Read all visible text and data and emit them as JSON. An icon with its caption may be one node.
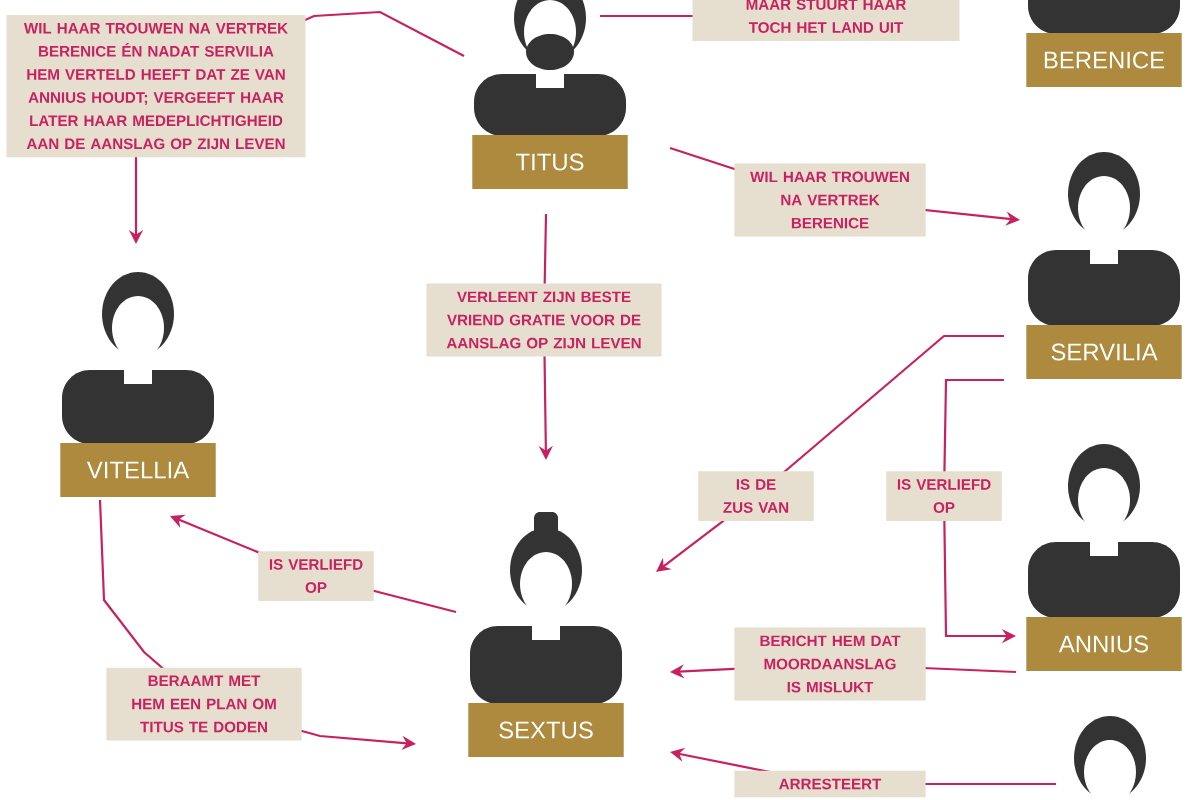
{
  "diagram": {
    "nodes": [
      {
        "text": [
          "TITUS"
        ]
      },
      {
        "text": [
          "BERENICE"
        ]
      },
      {
        "text": [
          "SERVILIA"
        ]
      },
      {
        "text": [
          "VITELLIA"
        ]
      },
      {
        "text": [
          "SEXTUS"
        ]
      },
      {
        "text": [
          "ANNIUS"
        ]
      },
      {
        "text": [],
        "shape": "person"
      }
    ],
    "edges": [
      {
        "from": 0,
        "to": 3,
        "arrow": "to",
        "label": "WIL HAAR TROUWEN NA VERTREK BERENICE ÉN NADAT SERVILIA HEM VERTELD HEEFT DAT ZE VAN ANNIUS HOUDT; VERGEEFT HAAR LATER HAAR MEDEPLICHTIGHEID AAN DE AANSLAG OP ZIJN LEVEN"
      },
      {
        "from": 0,
        "to": 1,
        "arrow": "none",
        "label": "MAAR STUURT HAAR TOCH HET LAND UIT"
      },
      {
        "from": 0,
        "to": 2,
        "arrow": "to",
        "label": "WIL HAAR TROUWEN NA VERTREK BERENICE"
      },
      {
        "from": 0,
        "to": 4,
        "arrow": "to",
        "label": "VERLEENT ZIJN BESTE VRIEND GRATIE VOOR DE AANSLAG OP ZIJN LEVEN"
      },
      {
        "from": 4,
        "to": 3,
        "arrow": "to",
        "label": "IS VERLIEFD OP"
      },
      {
        "from": 3,
        "to": 4,
        "arrow": "to",
        "label": "BERAAMT MET HEM EEN PLAN OM TITUS TE DODEN"
      },
      {
        "from": 2,
        "to": 4,
        "arrow": "to",
        "label": "IS DE ZUS VAN"
      },
      {
        "from": 2,
        "to": 5,
        "arrow": "to",
        "label": "IS VERLIEFD OP"
      },
      {
        "from": 5,
        "to": 4,
        "arrow": "to",
        "label": "BERICHT HEM DAT MOORDAANSLAG IS MISLUKT"
      },
      {
        "from": 6,
        "to": 4,
        "arrow": "to",
        "label": "ARRESTEERT"
      }
    ]
  }
}
